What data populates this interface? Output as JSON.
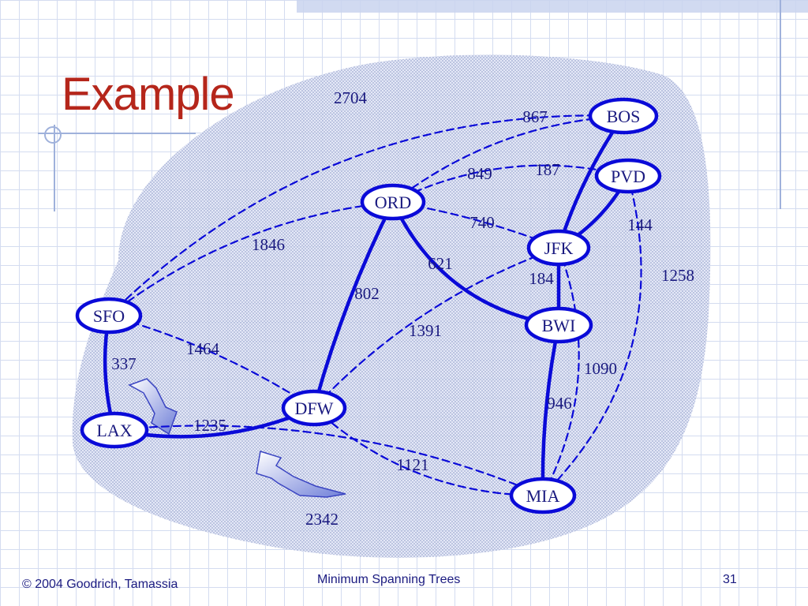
{
  "slide": {
    "title": "Example",
    "footer_left": "© 2004 Goodrich, Tamassia",
    "footer_center": "Minimum Spanning Trees",
    "page_number": "31"
  },
  "graph": {
    "nodes": [
      {
        "id": "BOS",
        "label": "BOS"
      },
      {
        "id": "PVD",
        "label": "PVD"
      },
      {
        "id": "ORD",
        "label": "ORD"
      },
      {
        "id": "JFK",
        "label": "JFK"
      },
      {
        "id": "SFO",
        "label": "SFO"
      },
      {
        "id": "BWI",
        "label": "BWI"
      },
      {
        "id": "DFW",
        "label": "DFW"
      },
      {
        "id": "LAX",
        "label": "LAX"
      },
      {
        "id": "MIA",
        "label": "MIA"
      }
    ],
    "edges": [
      {
        "from": "SFO",
        "to": "BOS",
        "weight": "2704",
        "in_tree": false
      },
      {
        "from": "ORD",
        "to": "BOS",
        "weight": "867",
        "in_tree": false
      },
      {
        "from": "ORD",
        "to": "PVD",
        "weight": "849",
        "in_tree": false
      },
      {
        "from": "BOS",
        "to": "JFK",
        "weight": "187",
        "in_tree": true
      },
      {
        "from": "PVD",
        "to": "JFK",
        "weight": "144",
        "in_tree": true
      },
      {
        "from": "ORD",
        "to": "JFK",
        "weight": "740",
        "in_tree": false
      },
      {
        "from": "SFO",
        "to": "ORD",
        "weight": "1846",
        "in_tree": false
      },
      {
        "from": "ORD",
        "to": "BWI",
        "weight": "621",
        "in_tree": true
      },
      {
        "from": "JFK",
        "to": "BWI",
        "weight": "184",
        "in_tree": true
      },
      {
        "from": "PVD",
        "to": "MIA",
        "weight": "1258",
        "in_tree": false
      },
      {
        "from": "ORD",
        "to": "DFW",
        "weight": "802",
        "in_tree": true
      },
      {
        "from": "JFK",
        "to": "DFW",
        "weight": "1391",
        "in_tree": false
      },
      {
        "from": "SFO",
        "to": "DFW",
        "weight": "1464",
        "in_tree": false
      },
      {
        "from": "SFO",
        "to": "LAX",
        "weight": "337",
        "in_tree": true
      },
      {
        "from": "JFK",
        "to": "MIA",
        "weight": "1090",
        "in_tree": false
      },
      {
        "from": "BWI",
        "to": "MIA",
        "weight": "946",
        "in_tree": true
      },
      {
        "from": "LAX",
        "to": "DFW",
        "weight": "1235",
        "in_tree": true
      },
      {
        "from": "DFW",
        "to": "MIA",
        "weight": "1121",
        "in_tree": false
      },
      {
        "from": "LAX",
        "to": "MIA",
        "weight": "2342",
        "in_tree": false
      }
    ]
  },
  "colors": {
    "title": "#b5261b",
    "ink": "#1a1a80",
    "edge": "#0a0ad8",
    "cloud": "#c6cdec"
  }
}
